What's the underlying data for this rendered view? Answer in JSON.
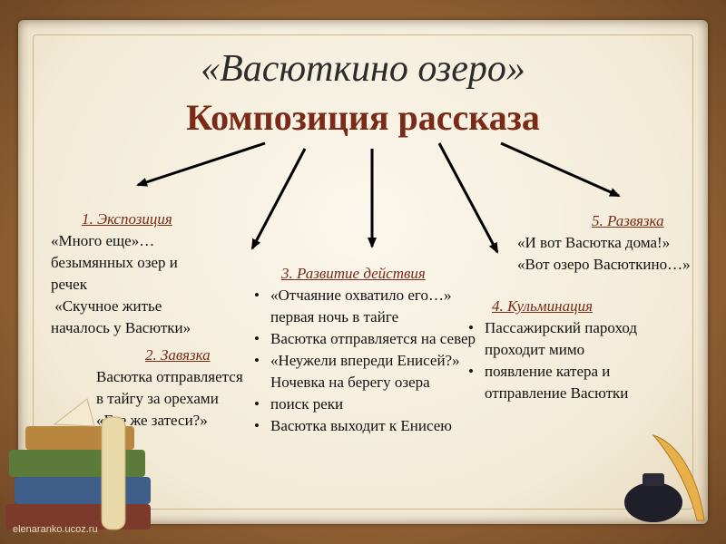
{
  "title": "«Васюткино озеро»",
  "subtitle": "Композиция рассказа",
  "exposition": {
    "heading": "1. Экспозиция",
    "lines": [
      "«Много еще»…",
      "безымянных озер и",
      "речек",
      " «Скучное житье",
      "началось у Васютки»"
    ]
  },
  "plot_start": {
    "heading": "2. Завязка",
    "lines": [
      "Васютка отправляется",
      "в тайгу за орехами",
      "«Где же затеси?»"
    ]
  },
  "rising_action": {
    "heading": "3. Развитие действия",
    "items": [
      "«Отчаяние охватило его…» первая ночь в тайге",
      "Васютка отправляется на север",
      "«Неужели впереди Енисей?» Ночевка на берегу озера",
      "поиск реки",
      "Васютка выходит к Енисею"
    ]
  },
  "climax": {
    "heading": "4. Кульминация",
    "items": [
      "Пассажирский пароход проходит мимо",
      "появление катера и отправление Васютки"
    ]
  },
  "resolution": {
    "heading": "5. Развязка",
    "lines": [
      "«И вот Васютка дома!»",
      "«Вот озеро Васюткино…»"
    ]
  },
  "credit": "elenaranko.ucoz.ru",
  "colors": {
    "heading": "#7a2a16",
    "text": "#111111",
    "frame": "#8c5c30",
    "parchment": "#f6f0e0"
  }
}
